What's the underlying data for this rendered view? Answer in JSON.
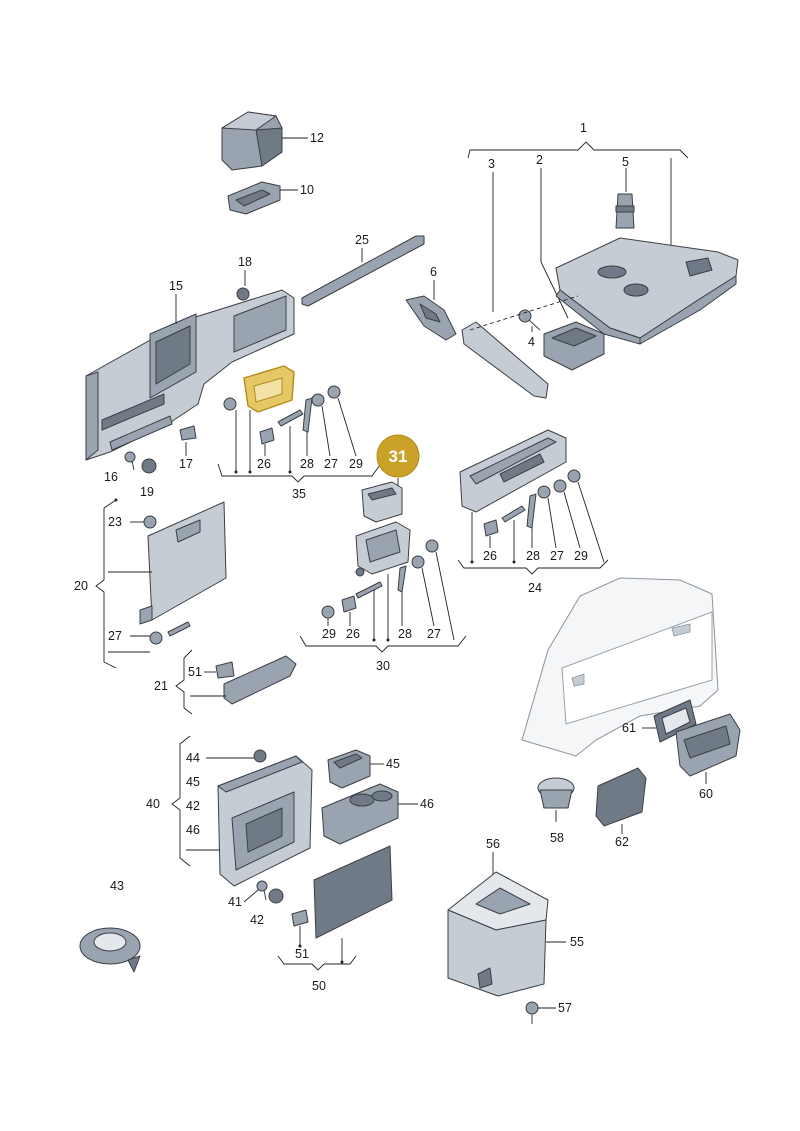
{
  "labels": {
    "p1": "1",
    "p2": "2",
    "p3": "3",
    "p4": "4",
    "p5": "5",
    "p6": "6",
    "p10": "10",
    "p12": "12",
    "p15": "15",
    "p16": "16",
    "p17": "17",
    "p18": "18",
    "p19": "19",
    "p20": "20",
    "p21": "21",
    "p23": "23",
    "p24": "24",
    "p25": "25",
    "p26a": "26",
    "p26b": "26",
    "p26c": "26",
    "p27a": "27",
    "p27b": "27",
    "p27c": "27",
    "p27d": "27",
    "p28a": "28",
    "p28b": "28",
    "p28c": "28",
    "p29a": "29",
    "p29b": "29",
    "p29c": "29",
    "p30": "30",
    "p31": "31",
    "p35": "35",
    "p40": "40",
    "p41": "41",
    "p42a": "42",
    "p42b": "42",
    "p43": "43",
    "p44": "44",
    "p45a": "45",
    "p45b": "45",
    "p46a": "46",
    "p46b": "46",
    "p50": "50",
    "p51a": "51",
    "p51b": "51",
    "p55": "55",
    "p56": "56",
    "p57": "57",
    "p58": "58",
    "p60": "60",
    "p61": "61",
    "p62": "62"
  },
  "highlight": {
    "part": "31",
    "color": "#c9a227"
  }
}
